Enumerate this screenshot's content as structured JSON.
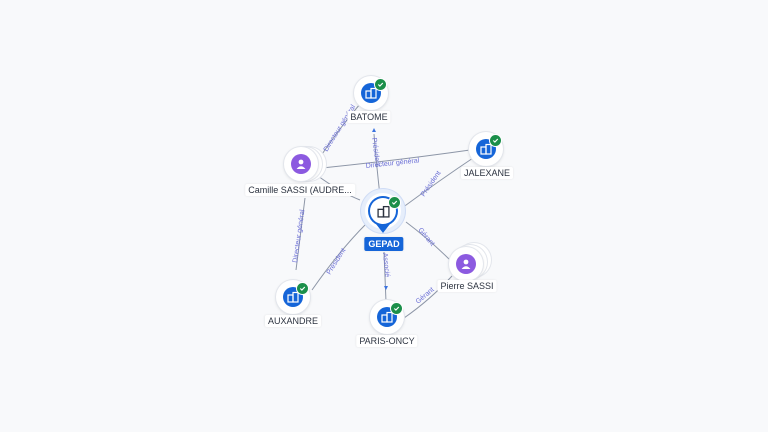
{
  "nodes": {
    "gepad": {
      "label": "GEPAD",
      "type": "company",
      "verified": true,
      "icon": "building-icon",
      "main": true
    },
    "batome": {
      "label": "BATOME",
      "type": "company",
      "verified": true,
      "icon": "building-icon"
    },
    "jalexane": {
      "label": "JALEXANE",
      "type": "company",
      "verified": true,
      "icon": "building-icon"
    },
    "auxandre": {
      "label": "AUXANDRE",
      "type": "company",
      "verified": true,
      "icon": "building-icon"
    },
    "parisoncy": {
      "label": "PARIS-ONCY",
      "type": "company",
      "verified": true,
      "icon": "building-icon"
    },
    "camille": {
      "label": "Camille SASSI (AUDRE...",
      "type": "person",
      "icon": "person-icon"
    },
    "pierre": {
      "label": "Pierre SASSI",
      "type": "person",
      "icon": "person-icon"
    }
  },
  "edges": {
    "camille_batome": "Directeur général",
    "camille_jalexane": "Directeur général",
    "camille_auxandre": "Directeur général",
    "gepad_batome": "Président",
    "gepad_jalexane": "Président",
    "gepad_auxandre": "Président",
    "gepad_parisoncy": "Associé",
    "pierre_gepad": "Gérant",
    "pierre_parisoncy": "Gérant"
  },
  "colors": {
    "company": "#1565d8",
    "person": "#8c5ae0",
    "verified": "#1b8f4a",
    "edge_label": "#6b6fd6",
    "edge": "#8d96a7"
  }
}
